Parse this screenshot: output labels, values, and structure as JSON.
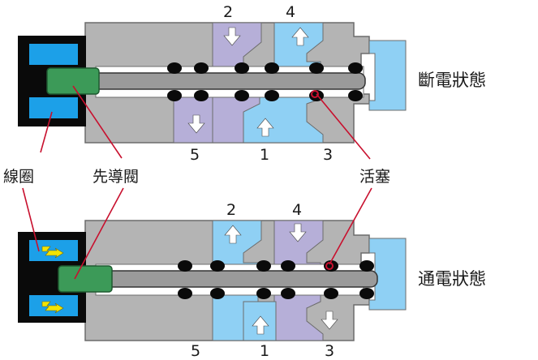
{
  "colors": {
    "body": "#b4b4b4",
    "body_edge": "#6c6c6c",
    "blue_chamber": "#8fd0f4",
    "purple_chamber": "#b6afd8",
    "coil_case": "#0a0a0a",
    "coil_winding": "#1ca0e8",
    "pilot": "#3c9a58",
    "rod": "#9a9a9a",
    "seal": "#0a0a0a",
    "leader": "#c8102e",
    "arrow": "#ffffff",
    "lightning": "#f2e400"
  },
  "top": {
    "state_label": "斷電狀態",
    "ports": {
      "p2": "2",
      "p4": "4",
      "p5": "5",
      "p1": "1",
      "p3": "3"
    }
  },
  "bottom": {
    "state_label": "通電狀態",
    "ports": {
      "p2": "2",
      "p4": "4",
      "p5": "5",
      "p1": "1",
      "p3": "3"
    }
  },
  "callouts": {
    "coil": "線圈",
    "pilot": "先導閥",
    "piston": "活塞"
  }
}
